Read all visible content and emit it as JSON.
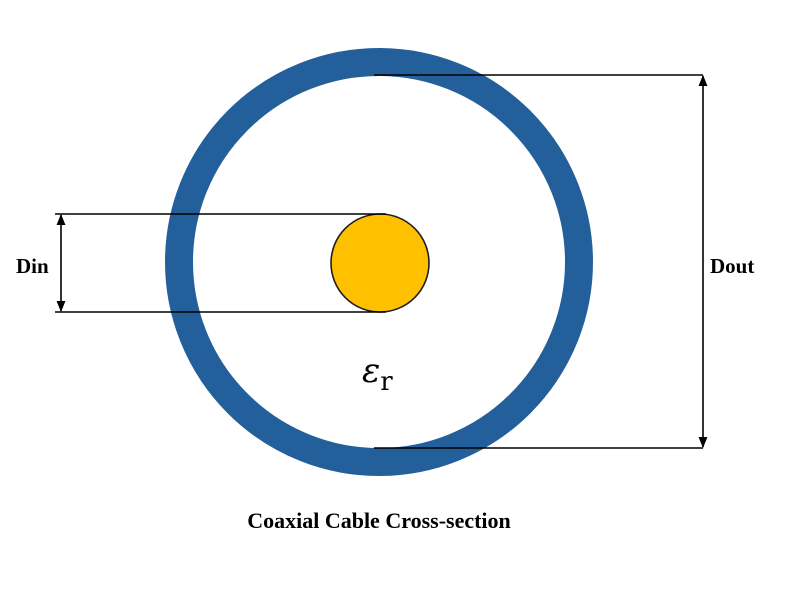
{
  "colors": {
    "outer_conductor": "#235f9a",
    "inner_conductor": "#ffc000",
    "inner_conductor_outline": "#1f1f1f",
    "dimension_lines": "#000000"
  },
  "labels": {
    "inner_diameter": "Din",
    "outer_diameter": "Dout",
    "permittivity_symbol": "ε",
    "permittivity_subscript": "r",
    "caption": "Coaxial Cable Cross-section"
  }
}
